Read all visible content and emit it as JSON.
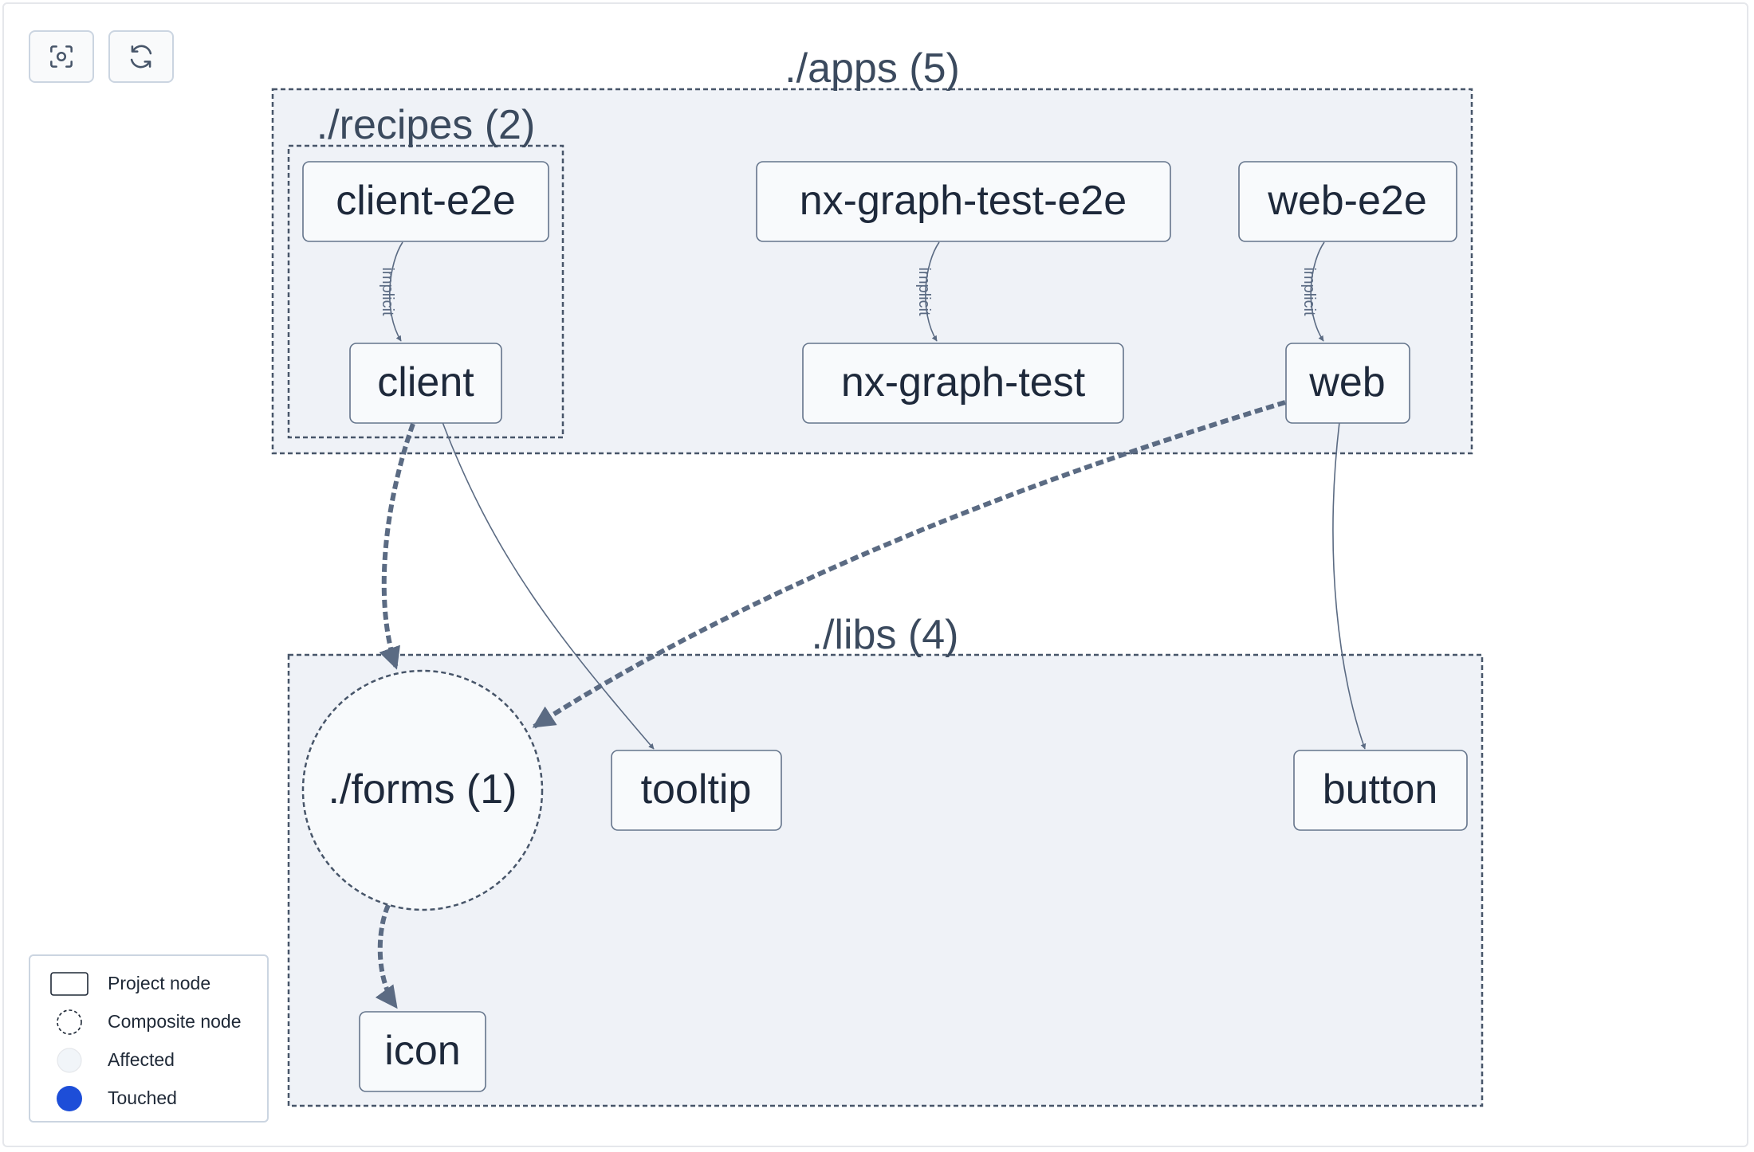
{
  "controls": {
    "center_icon": "focus-center-icon",
    "refresh_icon": "refresh-icon"
  },
  "groups": {
    "apps": "./apps (5)",
    "recipes": "./recipes (2)",
    "libs": "./libs (4)"
  },
  "nodes": {
    "client_e2e": "client-e2e",
    "client": "client",
    "nx_graph_test_e2e": "nx-graph-test-e2e",
    "nx_graph_test": "nx-graph-test",
    "web_e2e": "web-e2e",
    "web": "web",
    "forms": "./forms (1)",
    "tooltip": "tooltip",
    "button": "button",
    "icon": "icon"
  },
  "edges": {
    "implicit_label": "implicit"
  },
  "legend": {
    "items": [
      {
        "label": "Project node",
        "swatch": "rectangle"
      },
      {
        "label": "Composite node",
        "swatch": "dashed-circle"
      },
      {
        "label": "Affected",
        "swatch": "light-circle"
      },
      {
        "label": "Touched",
        "swatch": "blue-circle"
      }
    ]
  },
  "colors": {
    "group_fill": "#eff2f7",
    "group_border": "#475569",
    "node_fill": "#f8fafc",
    "node_border": "#64748b",
    "text": "#1e293b",
    "group_label": "#3b4a5e",
    "edge": "#5b6b83",
    "touched": "#1d4ed8",
    "affected": "#f1f5f9"
  }
}
